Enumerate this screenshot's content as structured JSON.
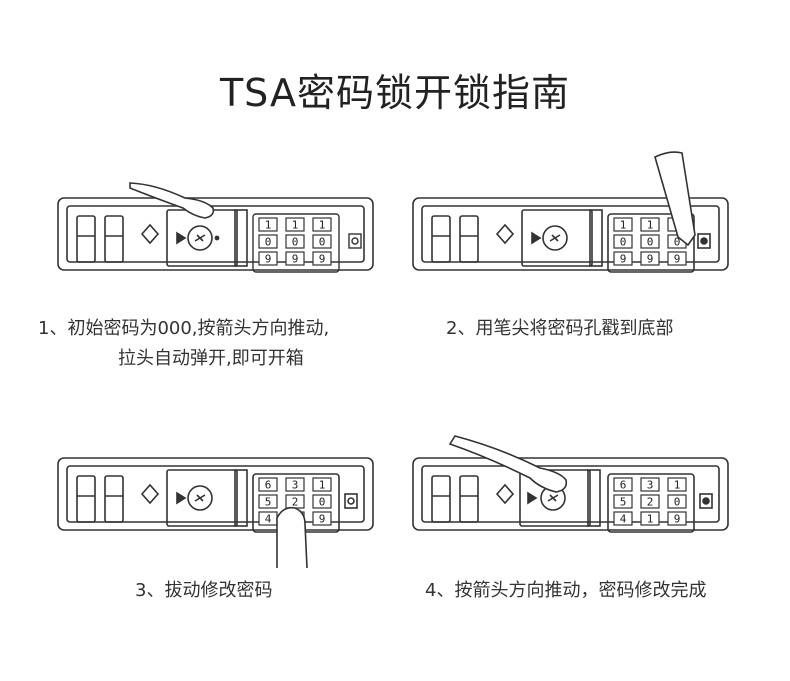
{
  "title": "TSA密码锁开锁指南",
  "steps": [
    {
      "line1": "1、初始密码为000,按箭头方向推动,",
      "line2": "拉头自动弹开,即可开箱",
      "dials": [
        [
          "1",
          "0",
          "9"
        ],
        [
          "1",
          "0",
          "9"
        ],
        [
          "1",
          "0",
          "9"
        ]
      ]
    },
    {
      "line1": "2、用笔尖将密码孔戳到底部",
      "line2": "",
      "dials": [
        [
          "1",
          "0",
          "9"
        ],
        [
          "1",
          "0",
          "9"
        ],
        [
          "1",
          "0",
          "9"
        ]
      ]
    },
    {
      "line1": "3、拔动修改密码",
      "line2": "",
      "dials": [
        [
          "6",
          "5",
          "4"
        ],
        [
          "3",
          "2",
          "1"
        ],
        [
          "1",
          "0",
          "9"
        ]
      ]
    },
    {
      "line1": "4、按箭头方向推动，密码修改完成",
      "line2": "",
      "dials": [
        [
          "6",
          "5",
          "4"
        ],
        [
          "3",
          "2",
          "1"
        ],
        [
          "1",
          "0",
          "9"
        ]
      ]
    }
  ],
  "icons": {
    "lock": "lock-icon",
    "finger": "finger-icon",
    "pen": "pen-icon",
    "arrow": "arrow-icon"
  }
}
